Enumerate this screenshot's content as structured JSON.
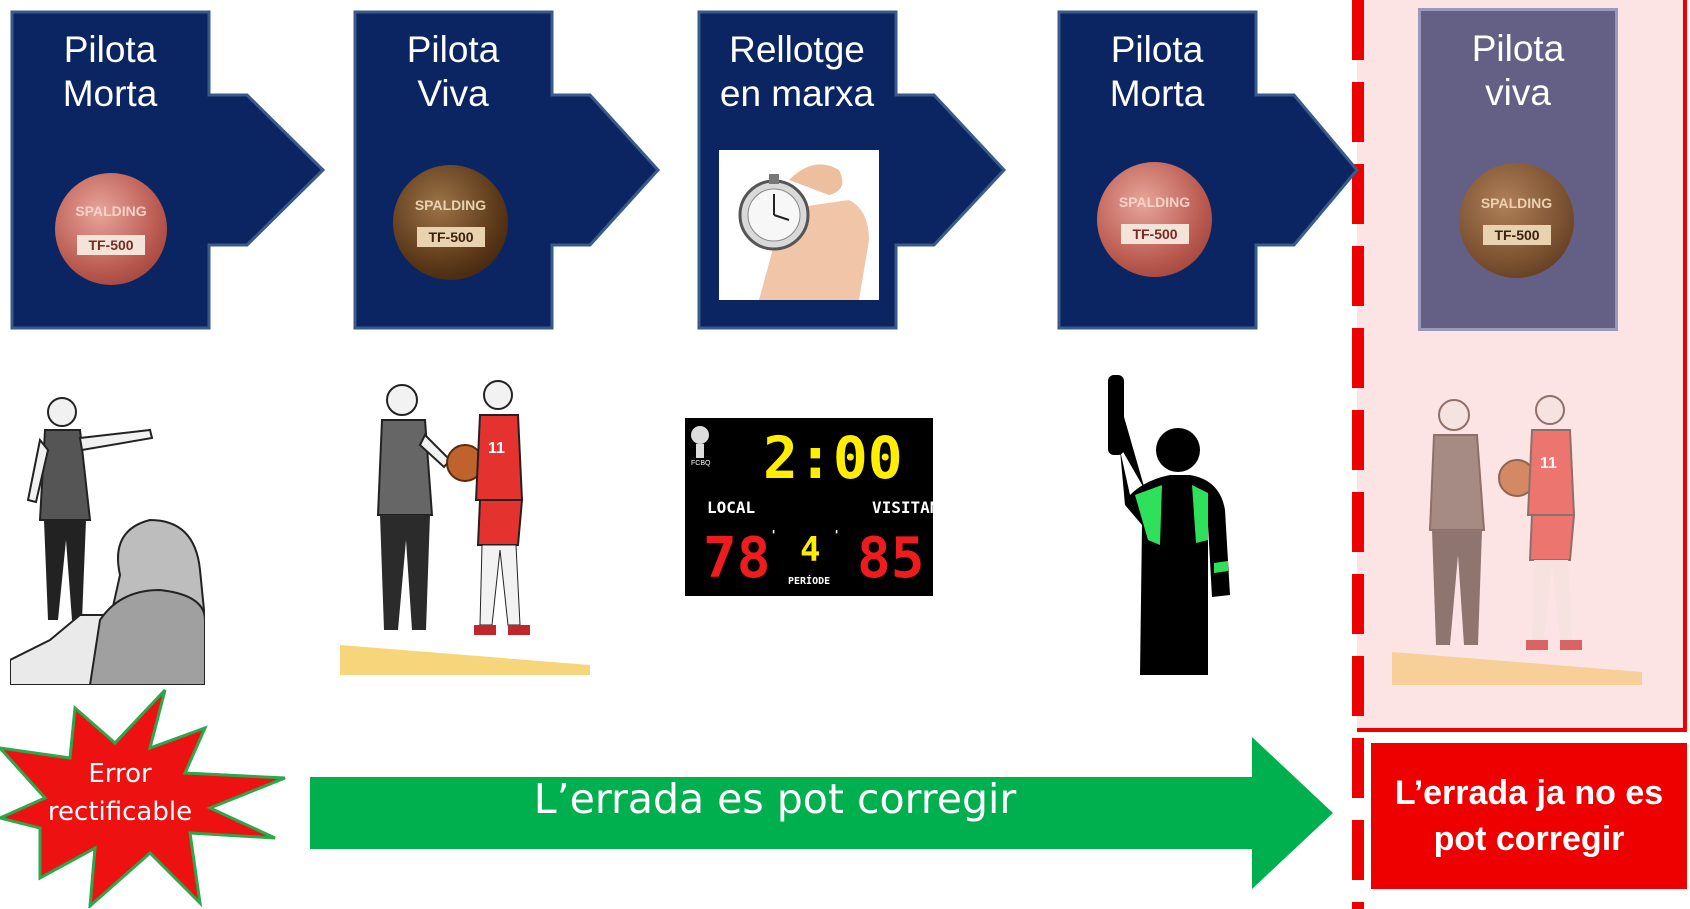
{
  "steps": [
    {
      "label": "Pilota\nMorta"
    },
    {
      "label": "Pilota\nViva"
    },
    {
      "label": "Rellotge\nen marxa"
    },
    {
      "label": "Pilota\nMorta"
    },
    {
      "label": "Pilota\nviva"
    }
  ],
  "ball_brand": "SPALDING",
  "ball_model": "TF-500",
  "scoreboard": {
    "time": "2:00",
    "home_label": "LOCAL",
    "away_label": "VISITANT",
    "home_score": "78",
    "away_score": "85",
    "period": "4",
    "period_label": "PERÍODE",
    "logo_text": "FCBQ"
  },
  "jersey_number": "11",
  "error_badge": "Error\nrectificable",
  "correctable_text": "L’errada es pot corregir",
  "not_correctable_text": "L’errada ja no es\npot corregir",
  "colors": {
    "step_fill": "#0b2563",
    "arrow_green": "#00b04f",
    "star_red": "#ee1111",
    "zone_pink": "#fde4e4",
    "dash_red": "#ee0000"
  }
}
